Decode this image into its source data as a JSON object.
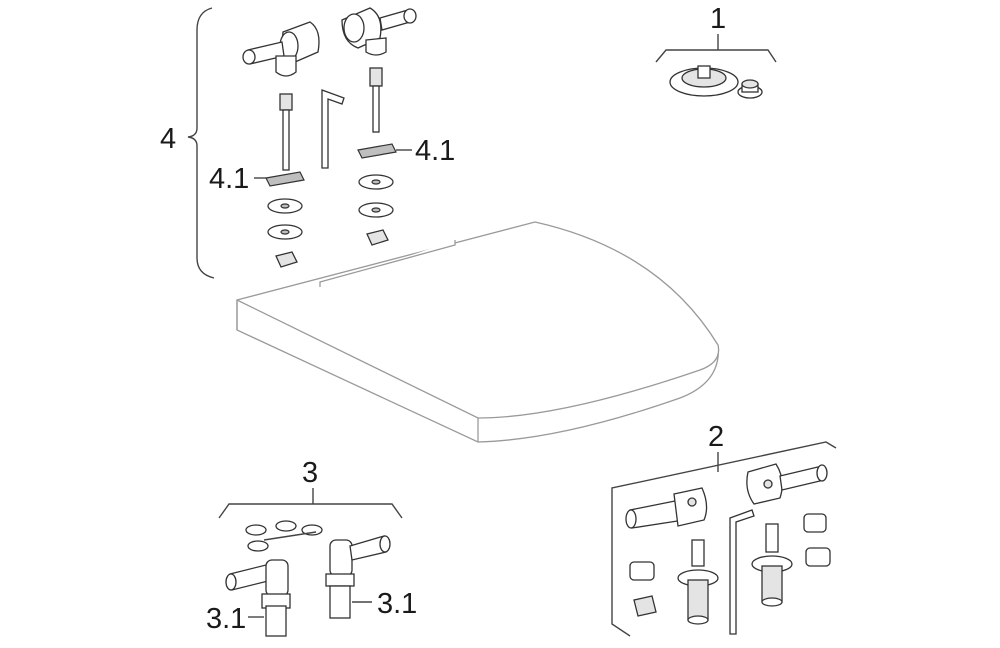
{
  "labels": {
    "group_1": "1",
    "group_2": "2",
    "group_3": "3",
    "group_4": "4",
    "item_4_1_right": "4.1",
    "item_4_1_left": "4.1",
    "item_3_1_left": "3.1",
    "item_3_1_right": "3.1"
  },
  "colors": {
    "line": "#333333",
    "lid_outline": "#9a9a9a",
    "fill_light": "#e4e4e4",
    "fill_dark": "#bfbfbf"
  }
}
